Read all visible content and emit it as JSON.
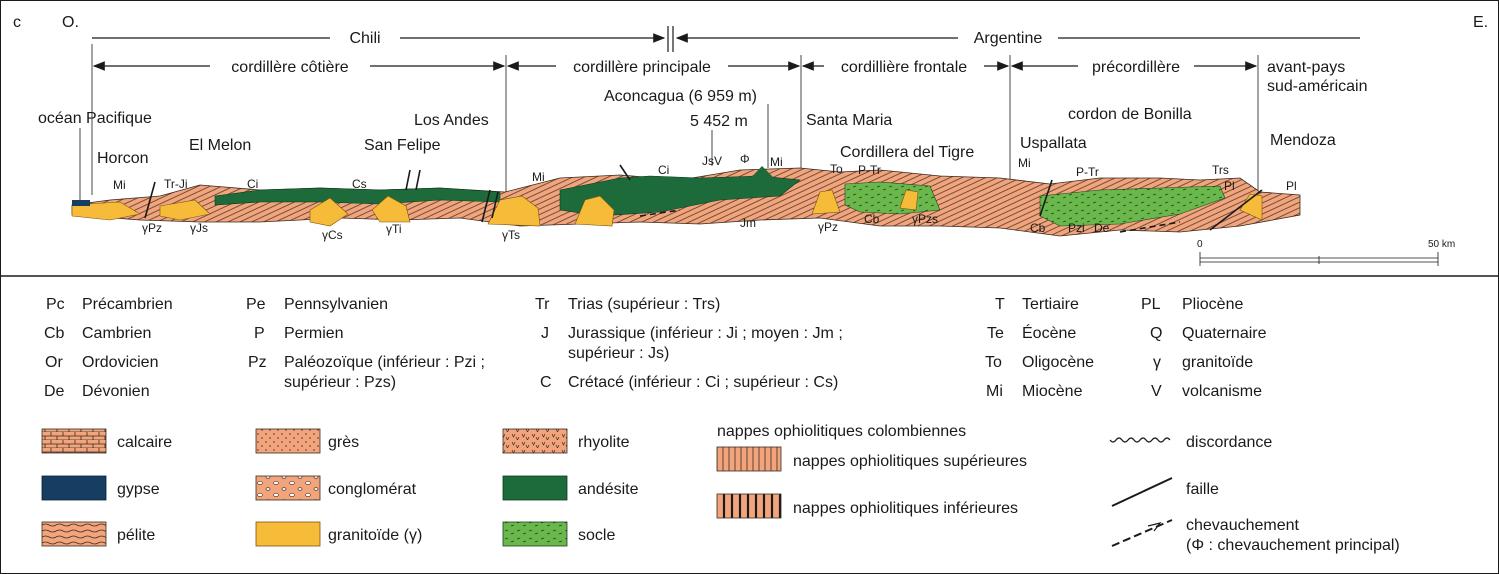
{
  "panel_letter": "c",
  "dir_west": "O.",
  "dir_east": "E.",
  "countries": {
    "left": "Chili",
    "right": "Argentine"
  },
  "regions": {
    "cotiere": "cordillère côtière",
    "principale": "cordillère principale",
    "frontale": "cordillière frontale",
    "precordillere": "précordillère",
    "avant_pays_1": "avant-pays",
    "avant_pays_2": "sud-américain"
  },
  "places": {
    "ocean": "océan Pacifique",
    "horcon": "Horcon",
    "el_melon": "El Melon",
    "san_felipe": "San Felipe",
    "los_andes": "Los Andes",
    "aconcagua": "Aconcagua (6 959 m)",
    "peak_5452": "5 452 m",
    "santa_maria": "Santa Maria",
    "cordillera_tigre": "Cordillera del Tigre",
    "uspallata": "Uspallata",
    "cordon_bonilla": "cordon de Bonilla",
    "mendoza": "Mendoza"
  },
  "units": {
    "mi_1": "Mi",
    "trji": "Tr-Ji",
    "ci_1": "Ci",
    "cs": "Cs",
    "mi_2": "Mi",
    "ci_2": "Ci",
    "jsv": "JsV",
    "phi": "Φ",
    "mi_3": "Mi",
    "to": "To",
    "ptr_1": "P-Tr",
    "mi_4": "Mi",
    "ptr_2": "P-Tr",
    "trs": "Trs",
    "pl_1": "Pl",
    "pl_2": "Pl",
    "gpz_1": "γPz",
    "gjs": "γJs",
    "gcs": "γCs",
    "gti": "γTi",
    "gts": "γTs",
    "jm": "Jm",
    "gpz_2": "γPz",
    "cb_1": "Cb",
    "gpzs": "γPzs",
    "cb_2": "Cb",
    "pzi": "Pzi",
    "de": "De"
  },
  "scale": {
    "zero": "0",
    "max": "50 km"
  },
  "legend_periods": [
    {
      "abbr": "Pc",
      "name": "Précambrien"
    },
    {
      "abbr": "Cb",
      "name": "Cambrien"
    },
    {
      "abbr": "Or",
      "name": "Ordovicien"
    },
    {
      "abbr": "De",
      "name": "Dévonien"
    },
    {
      "abbr": "Pe",
      "name": "Pennsylvanien"
    },
    {
      "abbr": "P",
      "name": "Permien"
    },
    {
      "abbr": "Pz",
      "name": "Paléozoïque (inférieur : Pzi ;",
      "name2": "supérieur : Pzs)"
    },
    {
      "abbr": "Tr",
      "name": "Trias (supérieur : Trs)"
    },
    {
      "abbr": "J",
      "name": "Jurassique (inférieur : Ji ; moyen : Jm ;",
      "name2": "supérieur : Js)"
    },
    {
      "abbr": "C",
      "name": "Crétacé (inférieur : Ci ; supérieur : Cs)"
    },
    {
      "abbr": "T",
      "name": "Tertiaire"
    },
    {
      "abbr": "Te",
      "name": "Éocène"
    },
    {
      "abbr": "To",
      "name": "Oligocène"
    },
    {
      "abbr": "Mi",
      "name": "Miocène"
    },
    {
      "abbr": "PL",
      "name": "Pliocène"
    },
    {
      "abbr": "Q",
      "name": "Quaternaire"
    },
    {
      "abbr": "γ",
      "name": "granitoïde"
    },
    {
      "abbr": "V",
      "name": "volcanisme"
    }
  ],
  "legend_lith": {
    "calcaire": "calcaire",
    "gypse": "gypse",
    "pelite": "pélite",
    "gres": "grès",
    "conglomerat": "conglomérat",
    "granitoide": "granitoïde (γ)",
    "rhyolite": "rhyolite",
    "andesite": "andésite",
    "socle": "socle",
    "nappes_title": "nappes ophiolitiques colombiennes",
    "nappes_sup": "nappes ophiolitiques supérieures",
    "nappes_inf": "nappes ophiolitiques inférieures",
    "discordance": "discordance",
    "faille": "faille",
    "chevauchement": "chevauchement",
    "chevauchement_note": "(Φ : chevauchement principal)"
  },
  "colors": {
    "orange": "#f2a57c",
    "yellow": "#f7bb3a",
    "green_dark": "#1d6b3a",
    "green_light": "#6ab84c",
    "navy": "#163e63",
    "line": "#1a1a1a"
  }
}
